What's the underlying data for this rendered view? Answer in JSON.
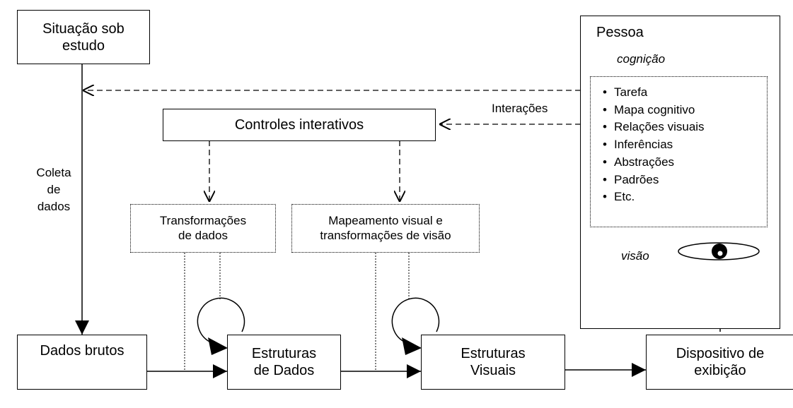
{
  "nodes": {
    "situacao": "Situação sob\nestudo",
    "controles": "Controles interativos",
    "transformacoes": "Transformações\nde dados",
    "mapeamento": "Mapeamento visual e\ntransformações de visão",
    "dados_brutos": "Dados brutos",
    "estruturas_dados": "Estruturas\nde Dados",
    "estruturas_visuais": "Estruturas\nVisuais",
    "dispositivo": "Dispositivo de\nexibição"
  },
  "pessoa": {
    "title": "Pessoa",
    "cognicao": "cognição",
    "items": [
      "Tarefa",
      "Mapa cognitivo",
      "Relações visuais",
      "Inferências",
      "Abstrações",
      "Padrões",
      "Etc."
    ],
    "visao": "visão"
  },
  "labels": {
    "coleta": "Coleta\nde\ndados",
    "interacoes": "Interações"
  }
}
